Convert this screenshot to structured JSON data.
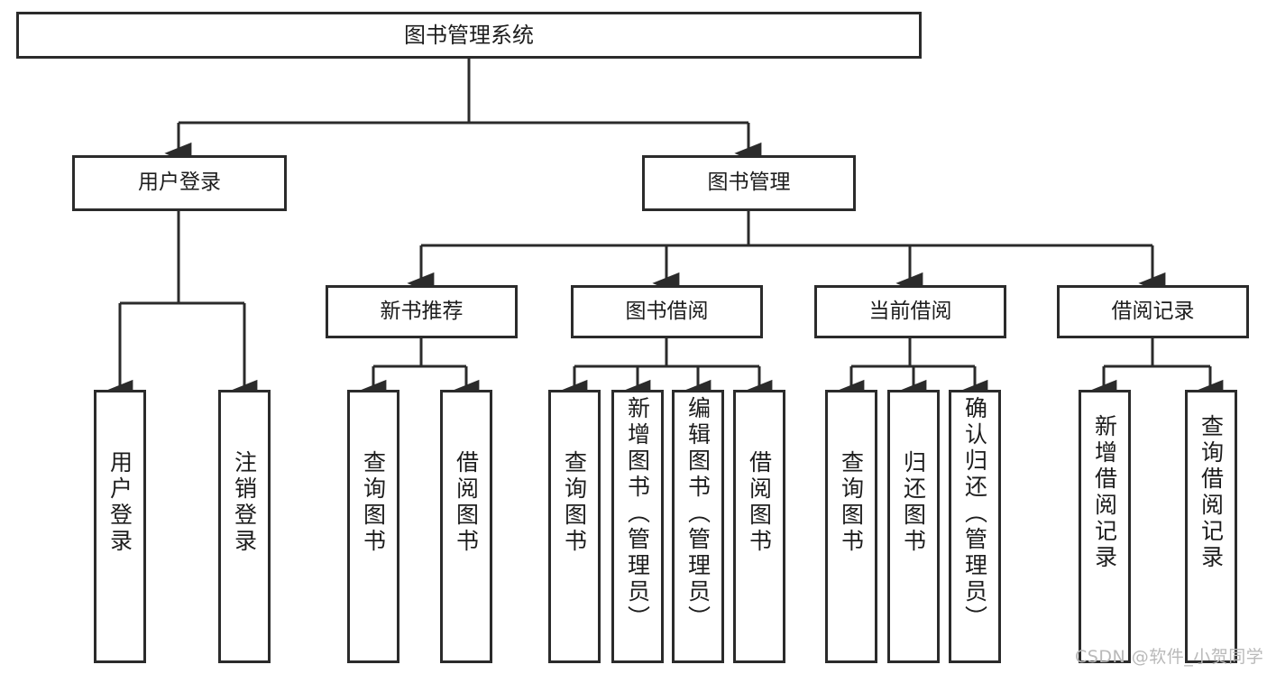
{
  "diagram": {
    "title_node": {
      "label": "图书管理系统"
    },
    "level2": [
      {
        "id": "user-login",
        "label": "用户登录"
      },
      {
        "id": "book-manage",
        "label": "图书管理"
      }
    ],
    "level3": [
      {
        "id": "new-book-recommend",
        "label": "新书推荐"
      },
      {
        "id": "book-borrow",
        "label": "图书借阅"
      },
      {
        "id": "current-borrow",
        "label": "当前借阅"
      },
      {
        "id": "borrow-record",
        "label": "借阅记录"
      }
    ],
    "leaves": {
      "user_login": [
        {
          "id": "leaf-user-login",
          "label": "用户登录"
        },
        {
          "id": "leaf-logout-login",
          "label": "注销登录"
        }
      ],
      "new_book_recommend": [
        {
          "id": "leaf-query-book-1",
          "label": "查询图书"
        },
        {
          "id": "leaf-borrow-book-1",
          "label": "借阅图书"
        }
      ],
      "book_borrow": [
        {
          "id": "leaf-query-book-2",
          "label": "查询图书"
        },
        {
          "id": "leaf-add-book",
          "label": "新增图书（管理员）"
        },
        {
          "id": "leaf-edit-book",
          "label": "编辑图书（管理员）"
        },
        {
          "id": "leaf-borrow-book-2",
          "label": "借阅图书"
        }
      ],
      "current_borrow": [
        {
          "id": "leaf-query-book-3",
          "label": "查询图书"
        },
        {
          "id": "leaf-return-book",
          "label": "归还图书"
        },
        {
          "id": "leaf-confirm-return",
          "label": "确认归还（管理员）"
        }
      ],
      "borrow_record": [
        {
          "id": "leaf-add-record",
          "label": "新增借阅记录"
        },
        {
          "id": "leaf-query-record",
          "label": "查询借阅记录"
        }
      ]
    }
  },
  "watermark": {
    "text": "CSDN @软件_小贺同学"
  },
  "colors": {
    "border": "#2b2b2b",
    "fill": "#ffffff",
    "text": "#1d1d1d",
    "watermark": "#b9b9b9"
  }
}
